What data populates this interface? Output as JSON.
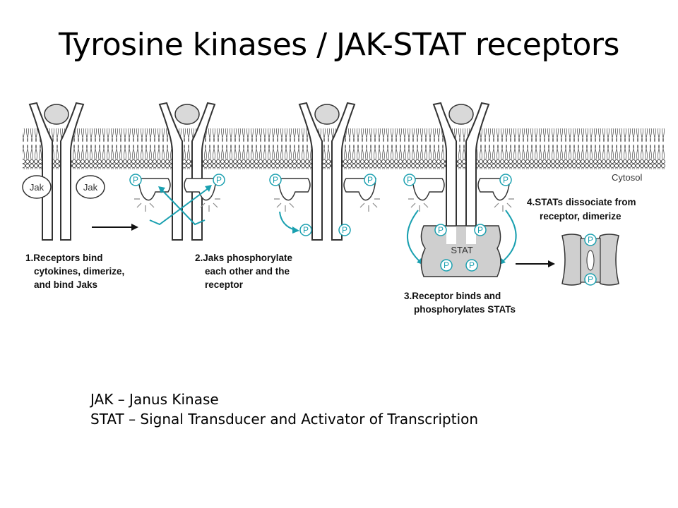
{
  "title": "Tyrosine kinases / JAK-STAT receptors",
  "diagram": {
    "cytosol_label": "Cytosol",
    "jak_label": "Jak",
    "phospho_label": "P",
    "stat_label": "STAT",
    "steps": [
      {
        "number": "1.",
        "lines": [
          "Receptors bind",
          "cytokines, dimerize,",
          "and bind Jaks"
        ]
      },
      {
        "number": "2.",
        "lines": [
          "Jaks phosphorylate",
          "each other and the",
          "receptor"
        ]
      },
      {
        "number": "3.",
        "lines": [
          "Receptor binds and",
          "phosphorylates STATs"
        ]
      },
      {
        "number": "4.",
        "lines": [
          "STATs dissociate from",
          "receptor, dimerize"
        ]
      }
    ],
    "colors": {
      "phosphate": "#1aa0b0",
      "protein_fill": "#d9d9d9",
      "outline": "#333333"
    }
  },
  "definitions": [
    "JAK – Janus Kinase",
    "STAT – Signal Transducer and Activator of Transcription"
  ]
}
